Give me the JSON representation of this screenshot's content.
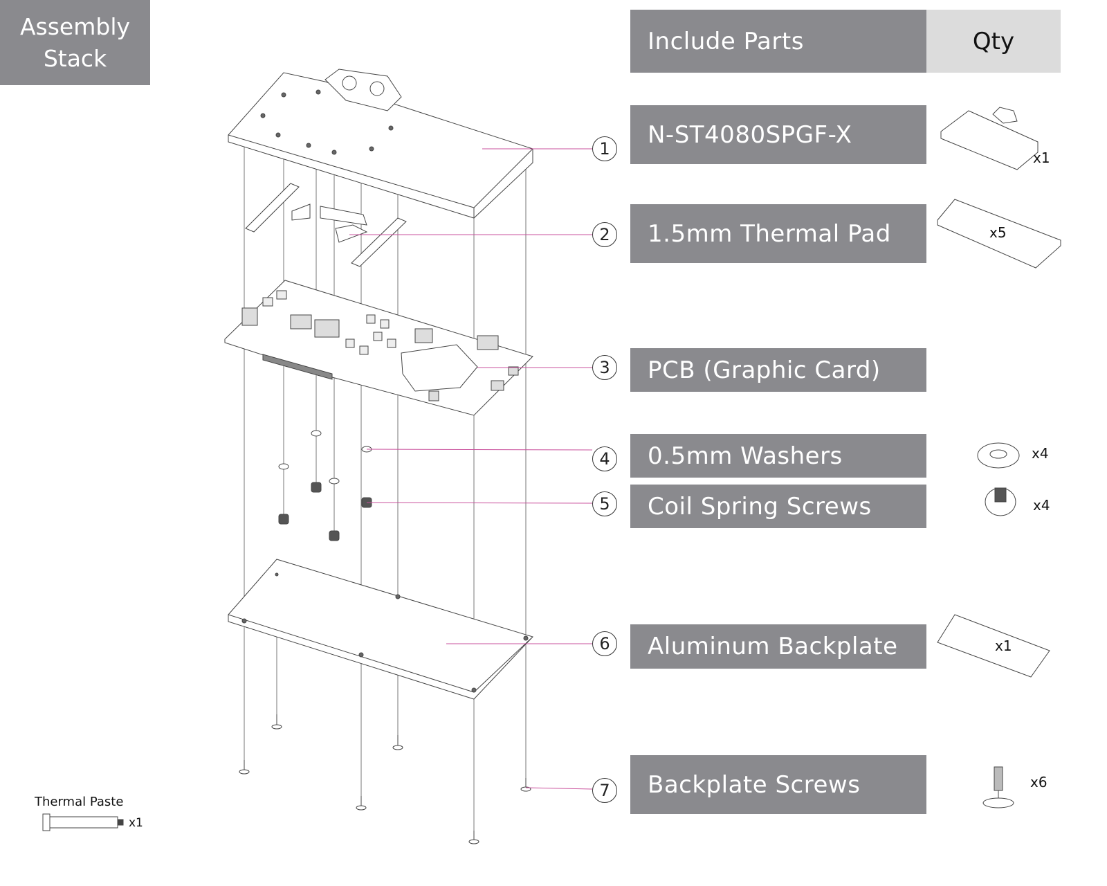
{
  "title": {
    "line1": "Assembly",
    "line2": "Stack"
  },
  "table": {
    "header_parts": "Include Parts",
    "header_qty": "Qty"
  },
  "parts": [
    {
      "num": "1",
      "name": "N-ST4080SPGF-X",
      "qty": "x1"
    },
    {
      "num": "2",
      "name": "1.5mm Thermal Pad",
      "qty": "x5"
    },
    {
      "num": "3",
      "name": "PCB (Graphic Card)",
      "qty": ""
    },
    {
      "num": "4",
      "name": "0.5mm Washers",
      "qty": "x4"
    },
    {
      "num": "5",
      "name": "Coil Spring Screws",
      "qty": "x4"
    },
    {
      "num": "6",
      "name": "Aluminum Backplate",
      "qty": "x1"
    },
    {
      "num": "7",
      "name": "Backplate Screws",
      "qty": "x6"
    }
  ],
  "thermal_paste": {
    "label": "Thermal Paste",
    "qty": "x1"
  },
  "colors": {
    "box": "#8a8a8e",
    "qty_header": "#dcdcdc",
    "callout": "#c9509c"
  }
}
